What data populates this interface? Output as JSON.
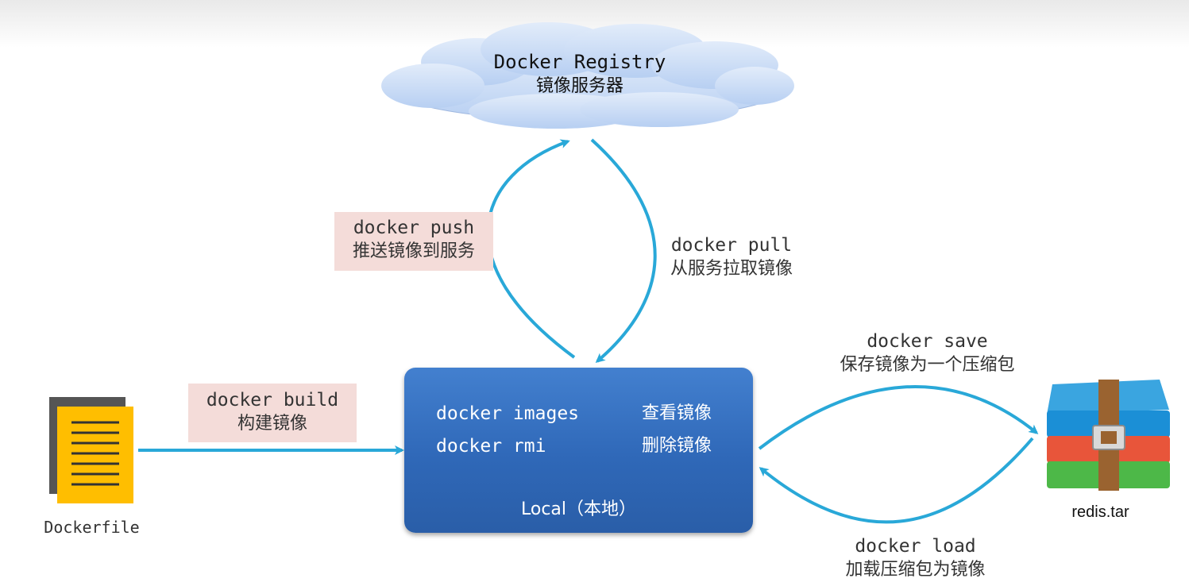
{
  "registry": {
    "name": "Docker Registry",
    "subtitle": "镜像服务器"
  },
  "push": {
    "command": "docker push",
    "desc": "推送镜像到服务"
  },
  "pull": {
    "command": "docker pull",
    "desc": "从服务拉取镜像"
  },
  "build": {
    "command": "docker build",
    "desc": "构建镜像"
  },
  "save": {
    "command": "docker save",
    "desc": "保存镜像为一个压缩包"
  },
  "load": {
    "command": "docker load",
    "desc": "加载压缩包为镜像"
  },
  "local": {
    "commands": [
      {
        "command": "docker images",
        "desc": "查看镜像"
      },
      {
        "command": "docker rmi",
        "desc": "删除镜像"
      }
    ],
    "title": "Local（本地）"
  },
  "dockerfile": {
    "label": "Dockerfile"
  },
  "archive": {
    "label": "redis.tar"
  },
  "colors": {
    "arrow": "#29a8d8",
    "local_box": "#3470c0",
    "cloud": "#c9dbf6",
    "label_bg": "#f4dcd9",
    "document": "#ffbe00"
  }
}
